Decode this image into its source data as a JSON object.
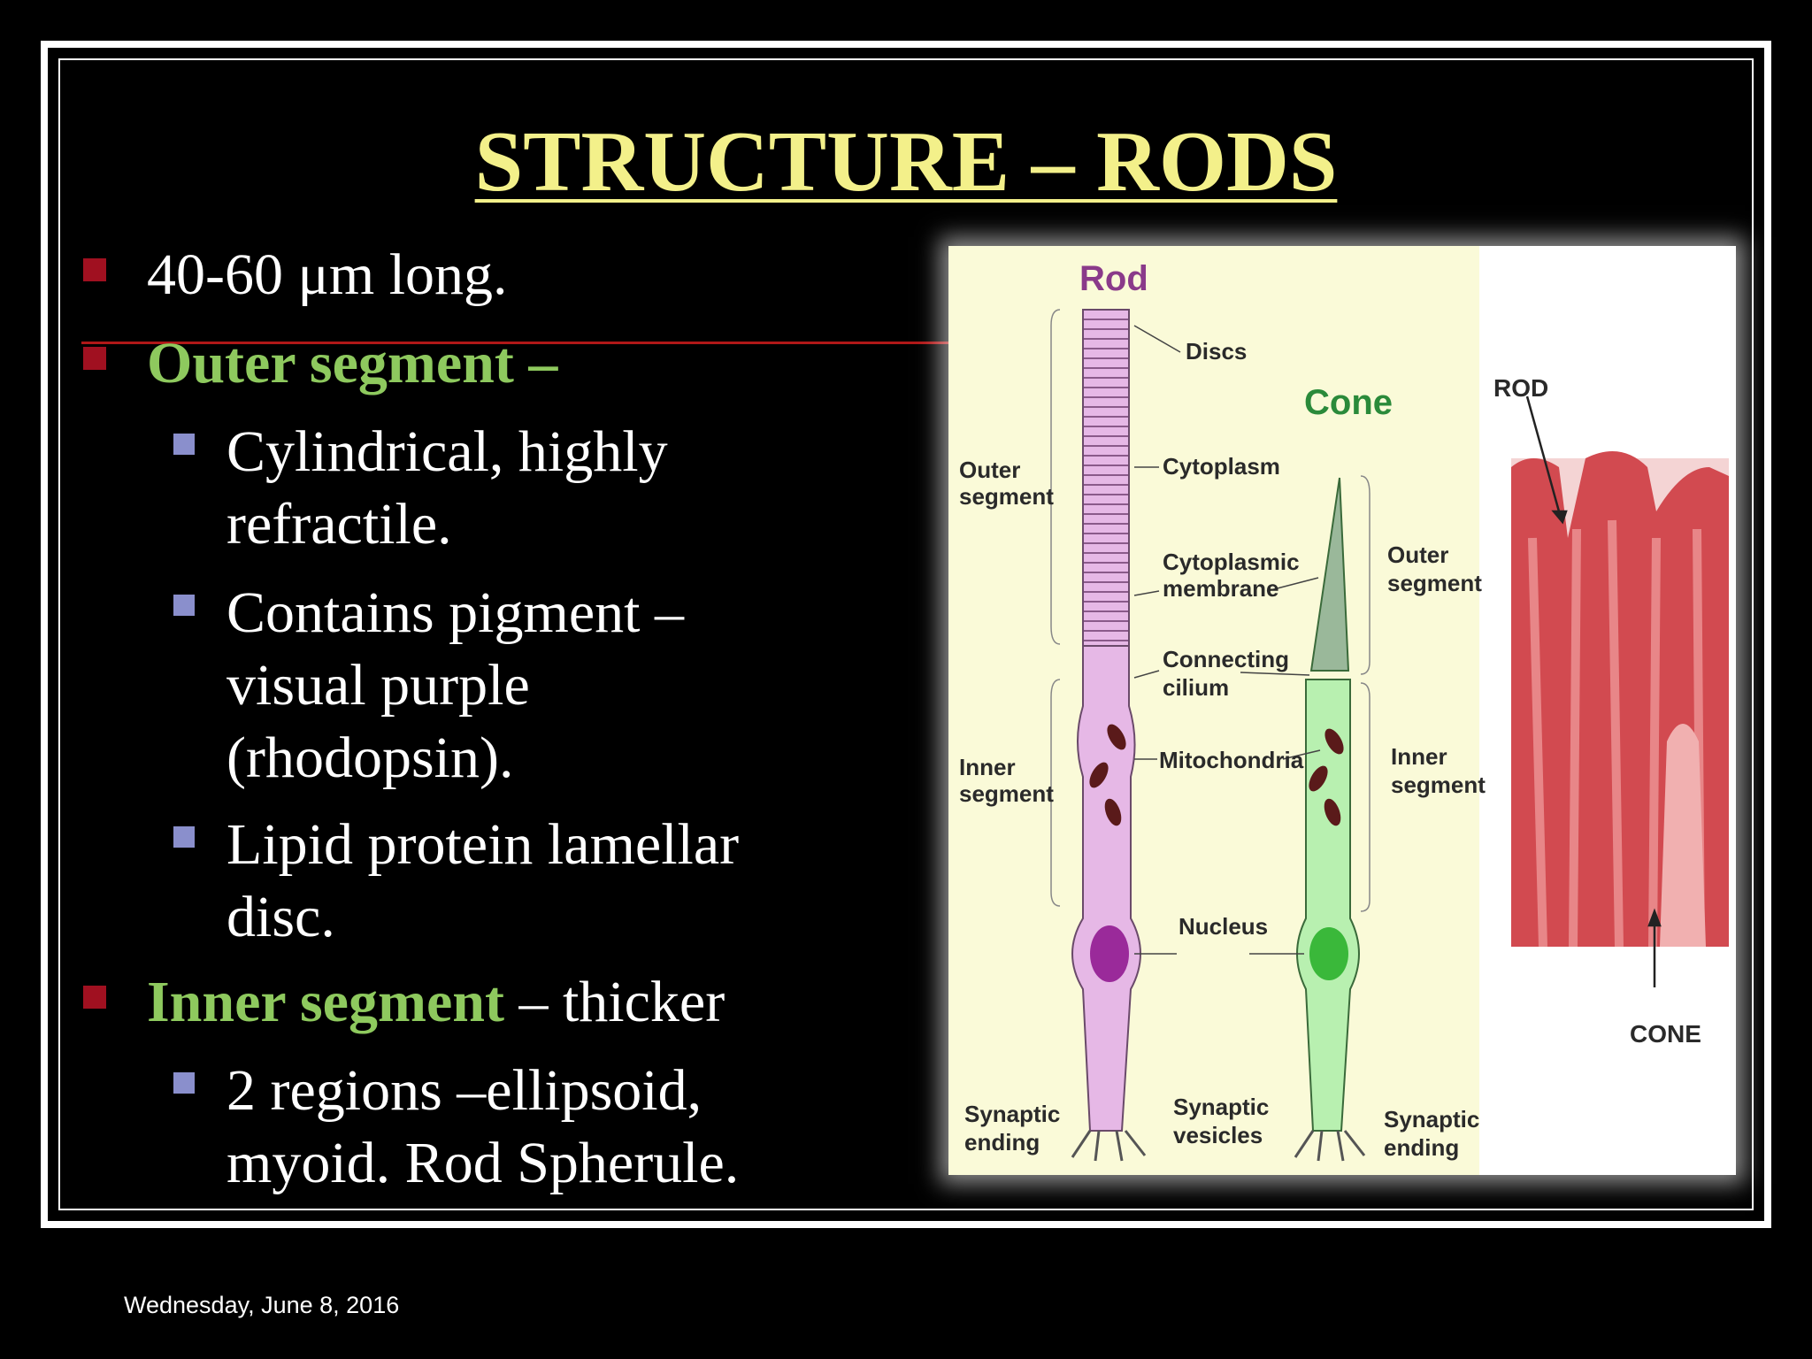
{
  "slide": {
    "title": "STRUCTURE – RODS",
    "bullets": {
      "length": "40-60  μm long.",
      "outer_heading": "Outer segment –",
      "outer_1": "Cylindrical, highly",
      "outer_1b": "refractile.",
      "outer_2": "Contains pigment –",
      "outer_2b": "visual purple",
      "outer_2c": "(rhodopsin).",
      "outer_3": "Lipid protein lamellar",
      "outer_3b": "disc.",
      "inner_heading": "Inner segment",
      "inner_rest": " – thicker",
      "inner_1": "2 regions –ellipsoid,",
      "inner_1b": "myoid. Rod Spherule."
    },
    "date": "Wednesday, June 8, 2016"
  },
  "diagram": {
    "rod_title": "Rod",
    "cone_title": "Cone",
    "labels": {
      "discs": "Discs",
      "cytoplasm": "Cytoplasm",
      "cyto_membrane_1": "Cytoplasmic",
      "cyto_membrane_2": "membrane",
      "connecting_1": "Connecting",
      "connecting_2": "cilium",
      "mitochondria": "Mitochondria",
      "nucleus": "Nucleus",
      "syn_vesicles_1": "Synaptic",
      "syn_vesicles_2": "vesicles",
      "left_outer_1": "Outer",
      "left_outer_2": "segment",
      "left_inner_1": "Inner",
      "left_inner_2": "segment",
      "left_syn_1": "Synaptic",
      "left_syn_2": "ending",
      "right_outer_1": "Outer",
      "right_outer_2": "segment",
      "right_inner_1": "Inner",
      "right_inner_2": "segment",
      "right_syn_1": "Synaptic",
      "right_syn_2": "ending",
      "micro_rod": "ROD",
      "micro_cone": "CONE"
    },
    "colors": {
      "rod_fill": "#e6b8e6",
      "cone_fill": "#b8f0b0",
      "panel_bg": "#fafad8",
      "micro_red": "#d24a50"
    }
  }
}
